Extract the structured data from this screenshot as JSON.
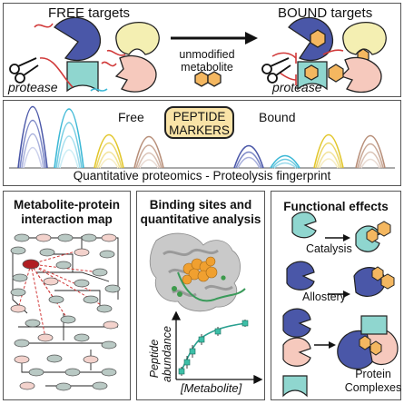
{
  "top_panel": {
    "free_targets": "FREE targets",
    "bound_targets": "BOUND targets",
    "arrow_label_1": "unmodified",
    "arrow_label_2": "metabolite",
    "protease_left": "protease",
    "protease_right": "protease"
  },
  "middle_panel": {
    "free_label": "Free",
    "bound_label": "Bound",
    "markers_line1": "PEPTIDE",
    "markers_line2": "MARKERS",
    "footer": "Quantitative proteomics - Proteolysis fingerprint"
  },
  "bottom_left": {
    "title_line1": "Metabolite-protein",
    "title_line2": "interaction map"
  },
  "bottom_middle": {
    "title_line1": "Binding sites and",
    "title_line2": "quantitative analysis",
    "y_axis_line1": "Peptide",
    "y_axis_line2": "abundance",
    "x_axis": "[Metabolite]"
  },
  "bottom_right": {
    "title": "Functional effects",
    "catalysis": "Catalysis",
    "allostery": "Allostery",
    "complexes_line1": "Protein",
    "complexes_line2": "Complexes"
  },
  "colors": {
    "navy": "#4a57a8",
    "yellow": "#f4efb2",
    "pink": "#f6c9bd",
    "teal": "#8fd6cf",
    "orange": "#f4b760",
    "cyan": "#3cb8d6",
    "gold": "#e2c62a",
    "brown": "#b78e78",
    "green": "#2aa090"
  }
}
